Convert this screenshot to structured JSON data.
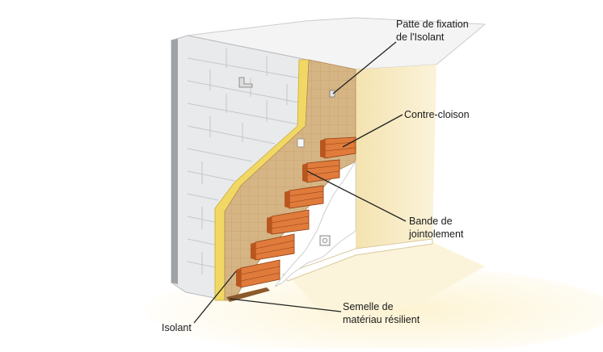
{
  "labels": {
    "patte": {
      "line1": "Patte de fixation",
      "line2": "de l'Isolant"
    },
    "contre_cloison": {
      "line1": "Contre-cloison"
    },
    "bande": {
      "line1": "Bande de",
      "line2": "jointolement"
    },
    "semelle": {
      "line1": "Semelle de",
      "line2": "matériau résilient"
    },
    "isolant": {
      "line1": "Isolant"
    }
  },
  "colors": {
    "block_wall": "#e9eaeb",
    "block_joint": "#c5c7ca",
    "insulation_edge": "#f2dc6a",
    "insulation_panel": "#d9b98e",
    "brick": "#e07b3c",
    "brick_dark": "#b9561f",
    "room_wall": "#f7ebc8",
    "floor": "#fbf2d6",
    "leader": "#222222"
  }
}
